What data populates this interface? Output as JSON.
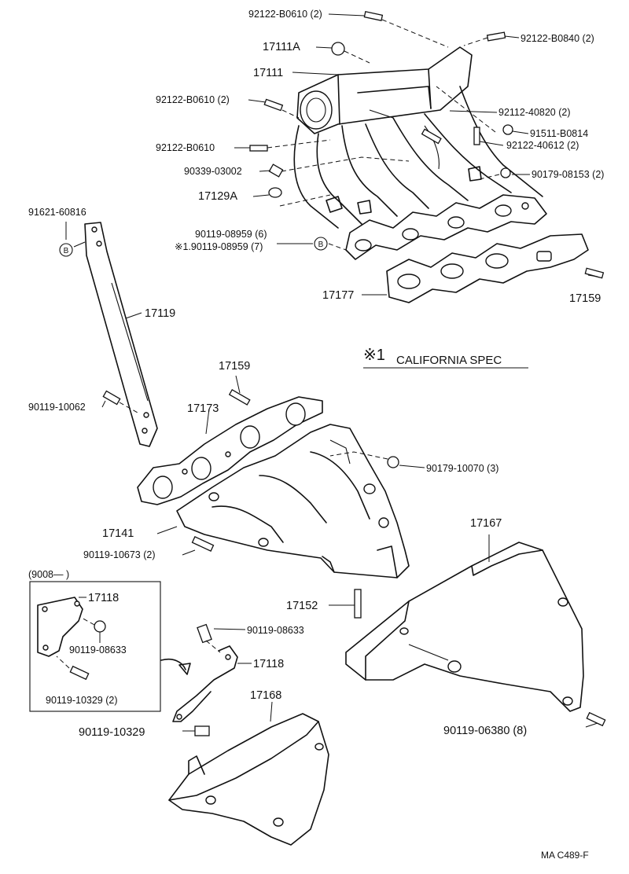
{
  "spec_note": {
    "symbol": "※1",
    "text": "CALIFORNIA SPEC"
  },
  "figure_code": "MA  C489-F",
  "group_label": "(9008—        )",
  "markers": {
    "b": "B"
  },
  "labels": {
    "p92122b0610_2_top": "92122-B0610 (2)",
    "p92122b0840_2": "92122-B0840 (2)",
    "p17111a": "17111A",
    "p17111": "17111",
    "p92122b0610_2_mid": "92122-B0610 (2)",
    "p92112_40820_2": "92112-40820 (2)",
    "p91511_b0814": "91511-B0814",
    "p92122b0610": "92122-B0610",
    "p92122_40612_2": "92122-40612 (2)",
    "p90339_03002": "90339-03002",
    "p90179_08153_2": "90179-08153 (2)",
    "p17129a": "17129A",
    "p91621_60816": "91621-60816",
    "p90119_08959_6": "90119-08959 (6)",
    "p90119_08959_7": "※1.90119-08959 (7)",
    "p17177": "17177",
    "p17159_right": "17159",
    "p17119": "17119",
    "p17159_mid": "17159",
    "p17173": "17173",
    "p90119_10062": "90119-10062",
    "p90179_10070_3": "90179-10070 (3)",
    "p17141": "17141",
    "p90119_10673_2": "90119-10673 (2)",
    "p17167": "17167",
    "p17152": "17152",
    "p17118_box": "17118",
    "p90119_08633_box": "90119-08633",
    "p90119_10329_2": "90119-10329 (2)",
    "p90119_08633": "90119-08633",
    "p17118": "17118",
    "p17168": "17168",
    "p90119_10329": "90119-10329",
    "p90119_06380_8": "90119-06380 (8)"
  }
}
